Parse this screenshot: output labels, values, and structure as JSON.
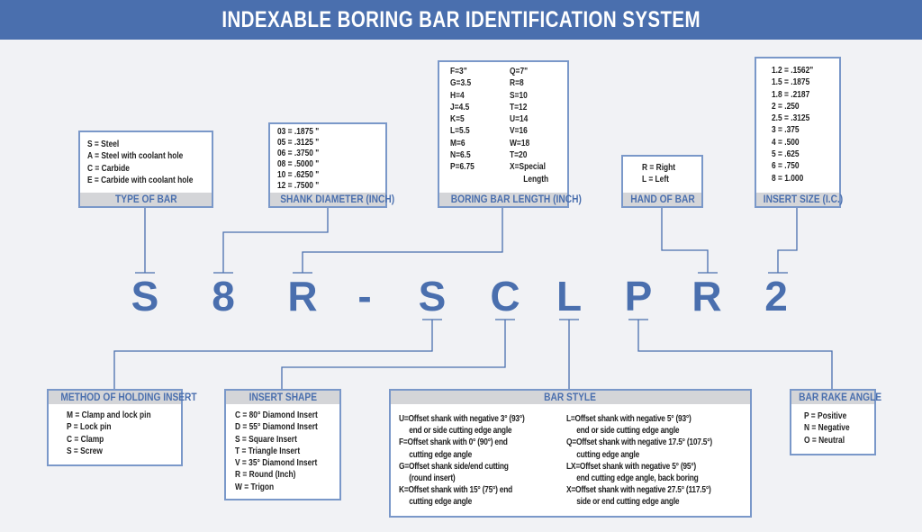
{
  "title": "INDEXABLE BORING BAR IDENTIFICATION SYSTEM",
  "code": [
    "S",
    "8",
    "R",
    "-",
    "S",
    "C",
    "L",
    "P",
    "R",
    "2"
  ],
  "type_of_bar": {
    "header": "TYPE OF BAR",
    "items": [
      "S = Steel",
      "A = Steel with coolant hole",
      "C = Carbide",
      "E = Carbide with coolant hole"
    ]
  },
  "shank_diameter": {
    "header": "SHANK DIAMETER (INCH)",
    "items": [
      "03 = .1875 \"",
      "05 = .3125 \"",
      "06 = .3750 \"",
      "08 = .5000 \"",
      "10 = .6250 \"",
      "12 = .7500 \""
    ]
  },
  "bar_length": {
    "header": "BORING BAR LENGTH (INCH)",
    "col1": [
      "F=3\"",
      "G=3.5",
      "H=4",
      "J=4.5",
      "K=5",
      "L=5.5",
      "M=6",
      "N=6.5",
      "P=6.75"
    ],
    "col2": [
      "Q=7\"",
      "R=8",
      "S=10",
      "T=12",
      "U=14",
      "V=16",
      "W=18",
      "T=20",
      "X=Special",
      "Length"
    ]
  },
  "hand_of_bar": {
    "header": "HAND OF BAR",
    "items": [
      "R = Right",
      "L = Left"
    ]
  },
  "insert_size": {
    "header": "INSERT SIZE (I.C.)",
    "items": [
      "1.2 = .1562\"",
      "1.5 = .1875",
      "1.8 = .2187",
      "2 = .250",
      "2.5 = .3125",
      "3 = .375",
      "4 = .500",
      "5 = .625",
      "6 = .750",
      "8 = 1.000"
    ]
  },
  "holding": {
    "header": "METHOD OF HOLDING INSERT",
    "items": [
      "M = Clamp and lock pin",
      "P = Lock pin",
      "C = Clamp",
      "S = Screw"
    ]
  },
  "insert_shape": {
    "header": "INSERT SHAPE",
    "items": [
      "C = 80° Diamond Insert",
      "D = 55° Diamond Insert",
      "S = Square Insert",
      "T = Triangle Insert",
      "V = 35° Diamond Insert",
      "R = Round (Inch)",
      "W = Trigon"
    ]
  },
  "bar_style": {
    "header": "BAR STYLE",
    "col1": [
      "U=Offset shank with negative 3° (93°)",
      "end or side cutting edge angle",
      "F=Offset shank with 0° (90°) end",
      "cutting edge angle",
      "G=Offset shank side/end cutting",
      "(round insert)",
      "K=Offset shank with 15° (75°) end",
      "cutting edge angle"
    ],
    "col2": [
      "L=Offset shank with negative 5° (93°)",
      "end or side cutting edge angle",
      "Q=Offset shank with negative 17.5° (107.5°)",
      "cutting edge angle",
      "LX=Offset shank with negative 5° (95°)",
      "end cutting edge angle, back boring",
      "X=Offset shank with negative 27.5° (117.5°)",
      "side or end cutting edge angle"
    ]
  },
  "rake": {
    "header": "BAR RAKE ANGLE",
    "items": [
      "P = Positive",
      "N = Negative",
      "O = Neutral"
    ]
  }
}
